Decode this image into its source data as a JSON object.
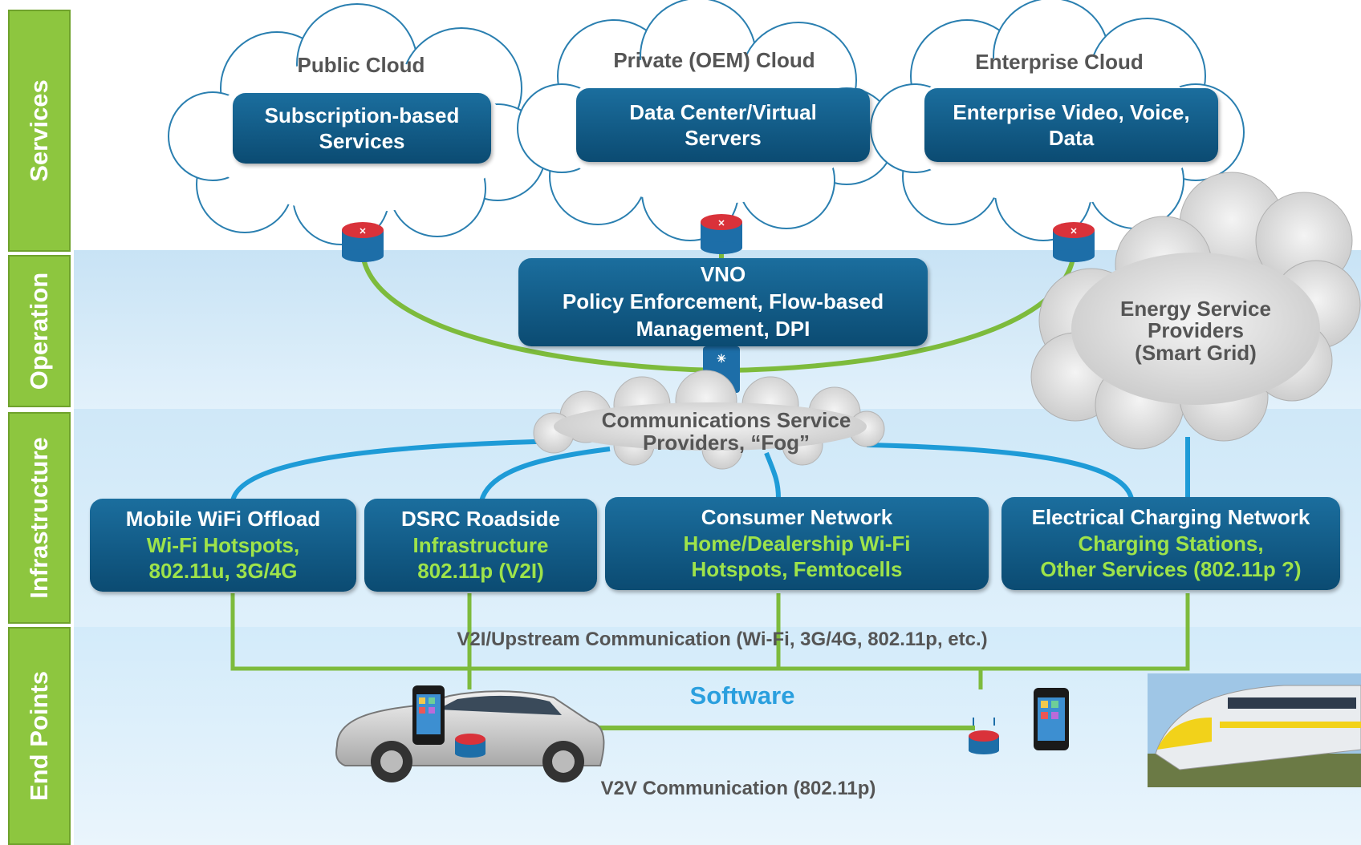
{
  "layers": {
    "services": "Services",
    "operation": "Operation",
    "infrastructure": "Infrastructure",
    "endpoints": "End Points"
  },
  "clouds": {
    "public": {
      "title": "Public Cloud",
      "line1": "Subscription-based",
      "line2": "Services"
    },
    "private": {
      "title": "Private (OEM) Cloud",
      "line1": "Data Center/Virtual",
      "line2": "Servers"
    },
    "enterprise": {
      "title": "Enterprise Cloud",
      "line1": "Enterprise Video, Voice,",
      "line2": "Data"
    },
    "energy": {
      "line1": "Energy Service",
      "line2": "Providers",
      "line3": "(Smart Grid)"
    }
  },
  "vno": {
    "line1": "VNO",
    "line2": "Policy Enforcement, Flow-based",
    "line3": "Management, DPI"
  },
  "fog": {
    "line1": "Communications Service",
    "line2": "Providers, “Fog”"
  },
  "infrastructure_boxes": [
    {
      "title": "Mobile WiFi Offload",
      "sub1": "Wi-Fi Hotspots,",
      "sub2": "802.11u, 3G/4G"
    },
    {
      "title": "DSRC Roadside",
      "sub1": "Infrastructure",
      "sub2": "802.11p (V2I)"
    },
    {
      "title": "Consumer Network",
      "sub1": "Home/Dealership Wi-Fi",
      "sub2": "Hotspots, Femtocells"
    },
    {
      "title": "Electrical Charging Network",
      "sub1": "Charging Stations,",
      "sub2": "Other Services (802.11p ?)"
    }
  ],
  "endpoints": {
    "upstream": "V2I/Upstream Communication (Wi-Fi, 3G/4G, 802.11p, etc.)",
    "software": "Software",
    "v2v": "V2V Communication (802.11p)"
  },
  "colors": {
    "layer_green": "#8dc63f",
    "box_blue": "#0b4b72",
    "link_green": "#7dbb3c",
    "link_blue": "#1e9bd7",
    "sub_text_green": "#9ee34a",
    "software_blue": "#2a9fde"
  }
}
